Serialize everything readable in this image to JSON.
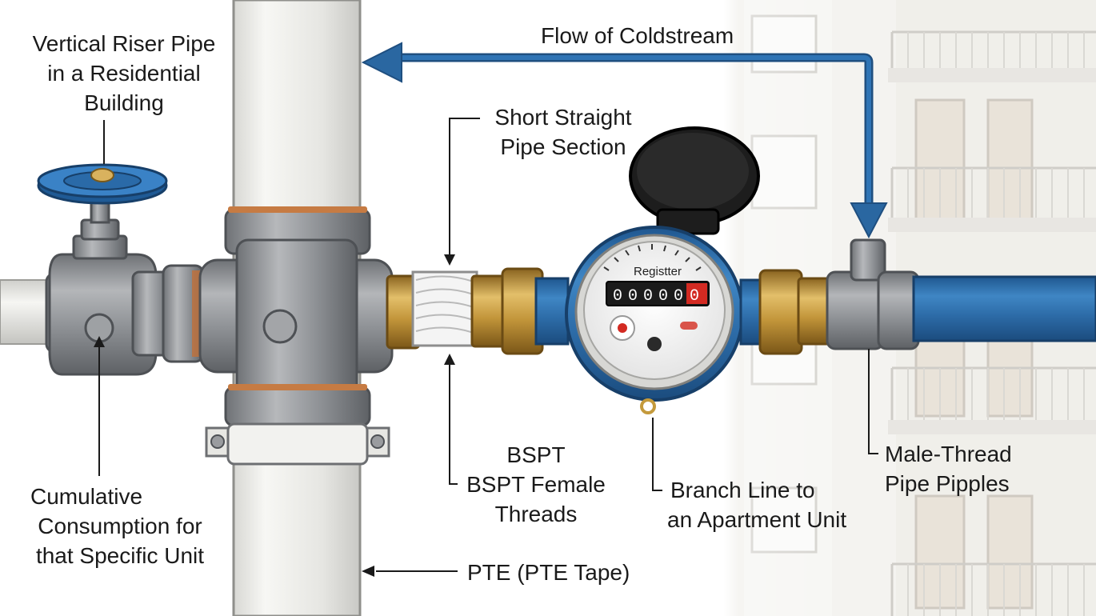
{
  "labels": {
    "riser": [
      "Vertical Riser Pipe",
      "in a Residential",
      "Building"
    ],
    "flow": "Flow of Coldstream",
    "short_pipe": [
      "Short Straight",
      "Pipe Section"
    ],
    "cumulative": [
      "Cumulative",
      "Consumption for",
      "that Specific Unit"
    ],
    "bspt": [
      "BSPT",
      "BSPT Female",
      "Threads"
    ],
    "branch": [
      "Branch Line to",
      "an Apartment Unit"
    ],
    "male_thread": [
      "Male-Thread",
      "Pipe Pipples"
    ],
    "pte": "PTE (PTE Tape)"
  },
  "meter": {
    "face_label": "Registter",
    "digits": [
      "0",
      "0",
      "0",
      "0",
      "0"
    ],
    "red_digit": "0"
  },
  "colors": {
    "pipe_blue": "#2f6fa8",
    "arrow_blue": "#2a67a1",
    "valve_handle": "#2f74b5",
    "brass": "#c49a3c",
    "steel": "#8e9093",
    "riser_white": "#eeeeea",
    "meter_red": "#d32a22"
  }
}
